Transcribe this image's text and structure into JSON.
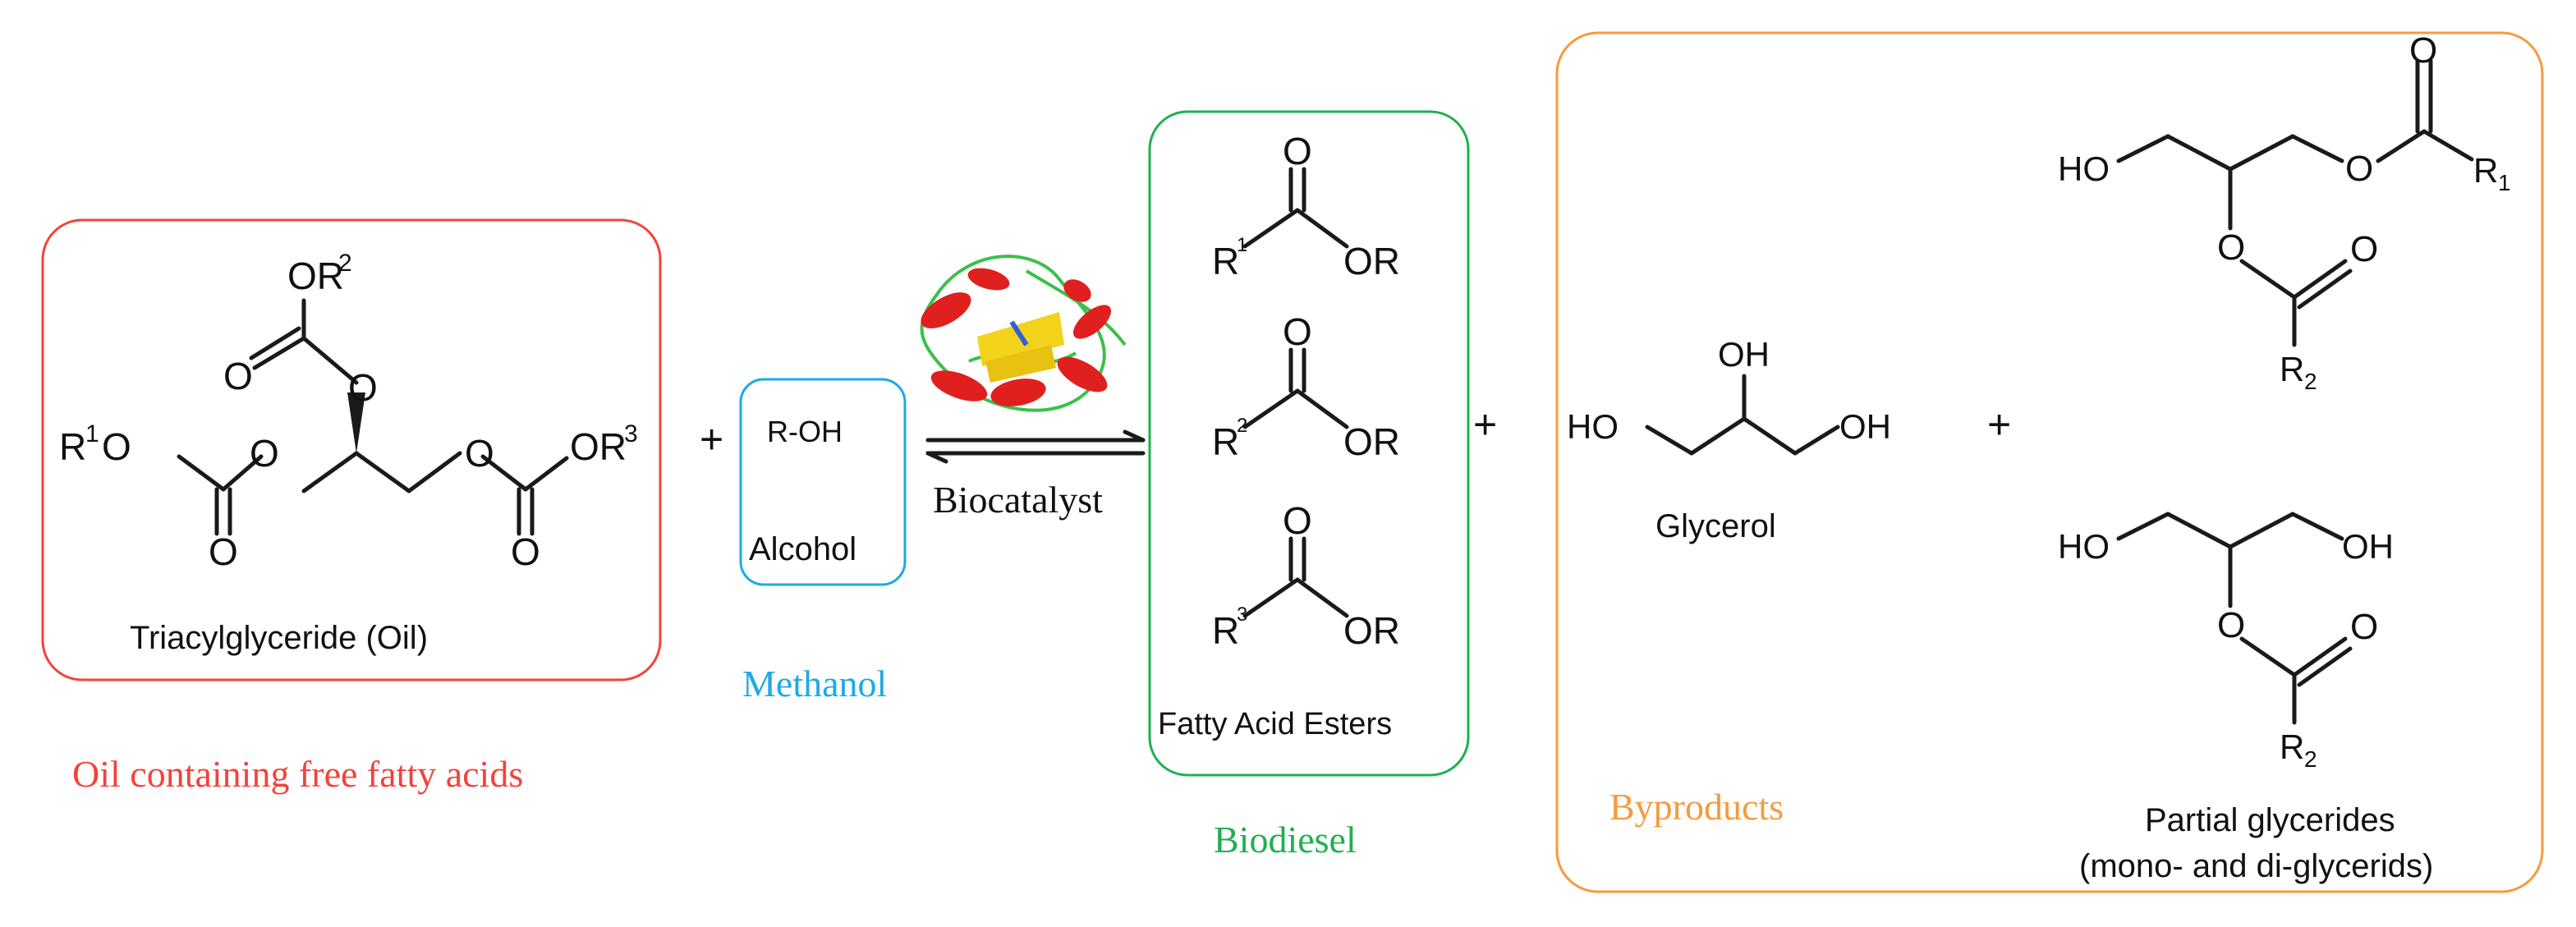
{
  "colors": {
    "oil": "#f2433b",
    "alcohol": "#1ea9e6",
    "biodiesel": "#1fb04f",
    "byproducts": "#f79a3e",
    "ink": "#1a1a1a",
    "protein_helix": "#e0201e",
    "protein_sheet": "#f2d21a",
    "protein_loop": "#3cbf4c"
  },
  "oil": {
    "name": "Triacylglyceride (Oil)",
    "caption": "Oil containing free fatty acids",
    "labels": {
      "or2_o": "OR",
      "or2_sup": "2",
      "r1": "R",
      "r1_sup": "1",
      "r1_o": "O",
      "or3_o": "OR",
      "or3_sup": "3",
      "o": "O"
    }
  },
  "plus": "+",
  "alcohol": {
    "formula": "R-OH",
    "name": "Alcohol",
    "caption": "Methanol"
  },
  "reaction": {
    "catalyst": "Biocatalyst"
  },
  "biodiesel": {
    "name": "Fatty Acid Esters",
    "caption": "Biodiesel",
    "esters": [
      {
        "r": "R",
        "sup": "1",
        "o": "O",
        "or": "OR"
      },
      {
        "r": "R",
        "sup": "2",
        "o": "O",
        "or": "OR"
      },
      {
        "r": "R",
        "sup": "3",
        "o": "O",
        "or": "OR"
      }
    ]
  },
  "byproducts": {
    "caption": "Byproducts",
    "glycerol": {
      "name": "Glycerol",
      "ho": "HO",
      "oh": "OH"
    },
    "partial": {
      "name": "Partial glycerides",
      "subtitle": "(mono- and di-glycerids)",
      "ho": "HO",
      "oh": "OH",
      "o": "O",
      "r": "R",
      "r1_sub": "1",
      "r2_sub": "2"
    }
  }
}
